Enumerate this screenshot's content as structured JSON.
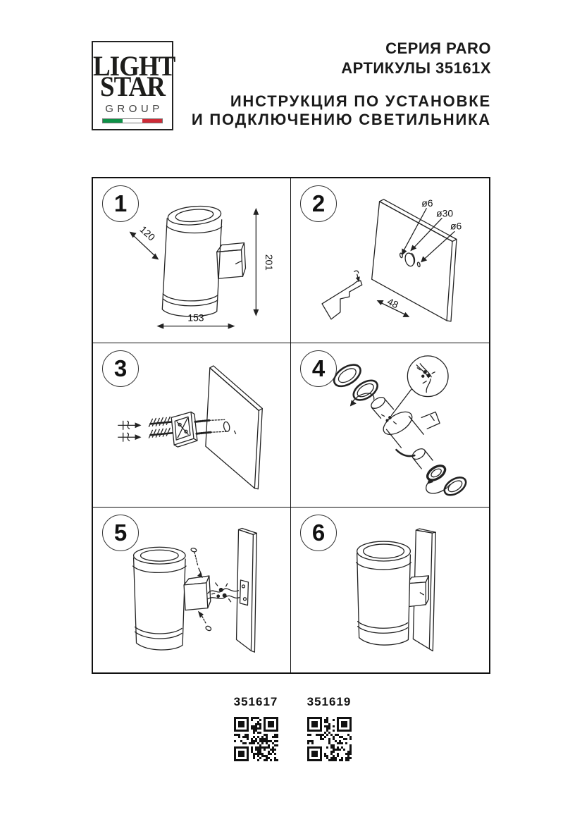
{
  "page": {
    "background": "#ffffff",
    "ink": "#1a1a1a"
  },
  "logo": {
    "word1": "LIGHT",
    "word2": "STAR",
    "word3": "GROUP",
    "flag": {
      "green": "#0e9247",
      "white": "#ffffff",
      "red": "#ce2b37"
    }
  },
  "header": {
    "series": "СЕРИЯ PARO",
    "articles": "АРТИКУЛЫ 35161X",
    "instruction_line1": "ИНСТРУКЦИЯ ПО УСТАНОВКЕ",
    "instruction_line2": "И ПОДКЛЮЧЕНИЮ СВЕТИЛЬНИКА"
  },
  "steps": [
    {
      "number": "1",
      "dims": {
        "diameter": "120",
        "height": "201",
        "width": "153"
      }
    },
    {
      "number": "2",
      "labels": {
        "hole_small_left": "ø6",
        "hole_center": "ø30",
        "hole_small_right": "ø6",
        "spacing": "48"
      }
    },
    {
      "number": "3"
    },
    {
      "number": "4"
    },
    {
      "number": "5"
    },
    {
      "number": "6"
    }
  ],
  "footer": {
    "qr_codes": [
      {
        "label": "351617"
      },
      {
        "label": "351619"
      }
    ]
  }
}
